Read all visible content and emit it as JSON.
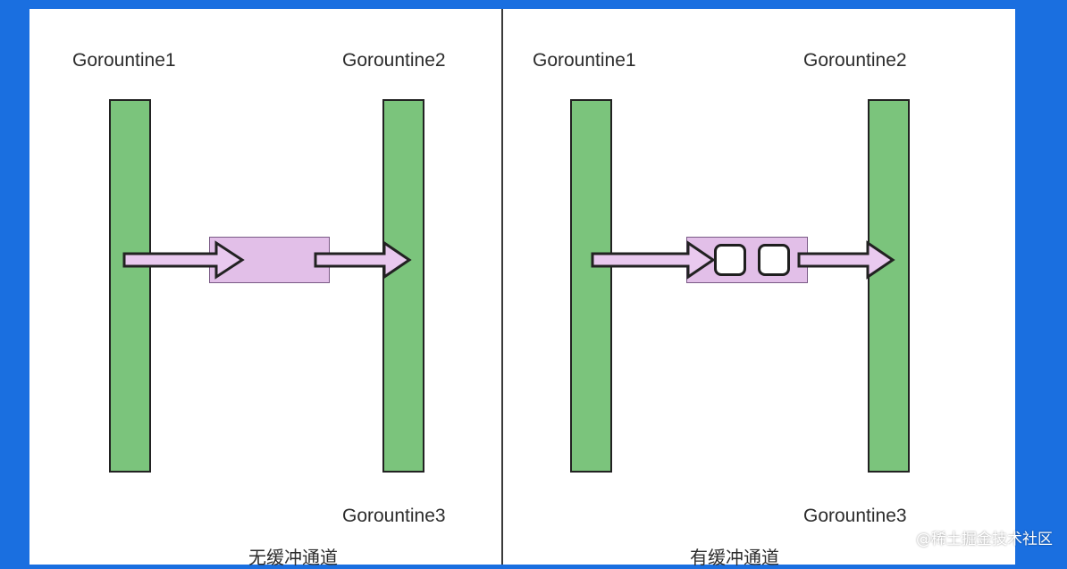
{
  "left_panel": {
    "producer_label": "Gorountine1",
    "consumer_label": "Gorountine2",
    "third_label": "Gorountine3",
    "caption": "无缓冲通道"
  },
  "right_panel": {
    "producer_label": "Gorountine1",
    "consumer_label": "Gorountine2",
    "third_label": "Gorountine3",
    "caption": "有缓冲通道"
  },
  "watermark": "@稀土掘金技术社区",
  "colors": {
    "frame_blue": "#1a6fe0",
    "goroutine_green": "#7bc47c",
    "channel_pink": "#e2bfe8",
    "arrow_pink": "#e9c9ef",
    "outline": "#222222"
  },
  "icons": {
    "flow_arrow": "right-arrow"
  }
}
